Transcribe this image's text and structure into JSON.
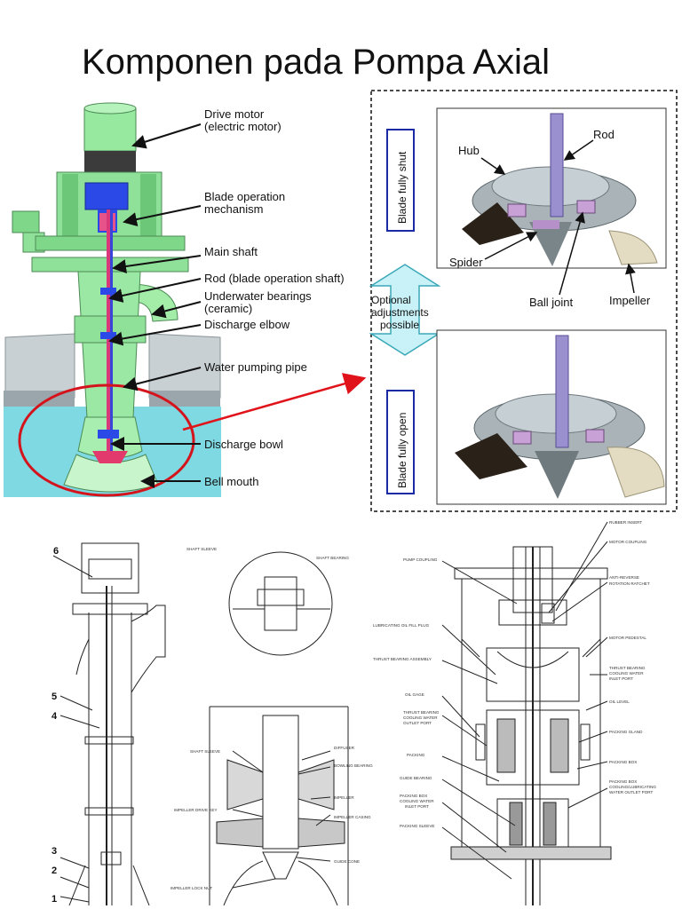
{
  "title": "Komponen pada Pompa Axial",
  "top_diagram": {
    "labels": {
      "drive_motor": [
        "Drive motor",
        "(electric motor)"
      ],
      "blade_mech": [
        "Blade operation",
        "mechanism"
      ],
      "main_shaft": "Main shaft",
      "rod": "Rod (blade operation shaft)",
      "bearings": [
        "Underwater bearings",
        "(ceramic)"
      ],
      "discharge_elbow": "Discharge elbow",
      "water_pipe": "Water pumping pipe",
      "discharge_bowl": "Discharge bowl",
      "bell_mouth": "Bell mouth"
    }
  },
  "blade_panel": {
    "shut_label": "Blade fully shut",
    "open_label": "Blade fully open",
    "optional": [
      "Optional",
      "adjustments",
      "possible"
    ],
    "hub": "Hub",
    "rod": "Rod",
    "spider": "Spider",
    "ball_joint": "Ball joint",
    "impeller": "Impeller"
  },
  "drawing1": {
    "numbers": [
      "6",
      "5",
      "4",
      "3",
      "2",
      "1"
    ]
  },
  "drawing2": {
    "top": [
      "SHAFT SLEEVE",
      "SHAFT BEARING"
    ],
    "left": [
      "SHAFT SLEEVE",
      "IMPELLER DRIVE KEY",
      "IMPELLER LOCK NUT"
    ],
    "right": [
      "DIFFUSER",
      "BOWLING BEARING",
      "IMPELLER",
      "IMPELLER CASING",
      "GUIDE CONE"
    ]
  },
  "drawing3": {
    "left": [
      "PUMP COUPLING",
      "LUBRICATING OIL FILL PLUG",
      "THRUST BEARING ASSEMBLY",
      "OIL GAGE",
      "THRUST BEARING",
      "COOLING WATER",
      "OUTLET PORT",
      "PACKING",
      "GUIDE BEARING",
      "PACKING BOX",
      "COOLING WATER",
      "INLET PORT",
      "PACKING SLEEVE"
    ],
    "right": [
      "RUBBER INSERT",
      "MOTOR COUPLING",
      "ANTI-REVERSE",
      "ROTATION RATCHET",
      "MOTOR PEDESTAL",
      "THRUST BEARING",
      "COOLING WATER",
      "INLET PORT",
      "OIL LEVEL",
      "PACKING GLAND",
      "PACKING BOX",
      "PACKING BOX",
      "COOLING/LUBRICATING",
      "WATER OUTLET PORT"
    ]
  }
}
